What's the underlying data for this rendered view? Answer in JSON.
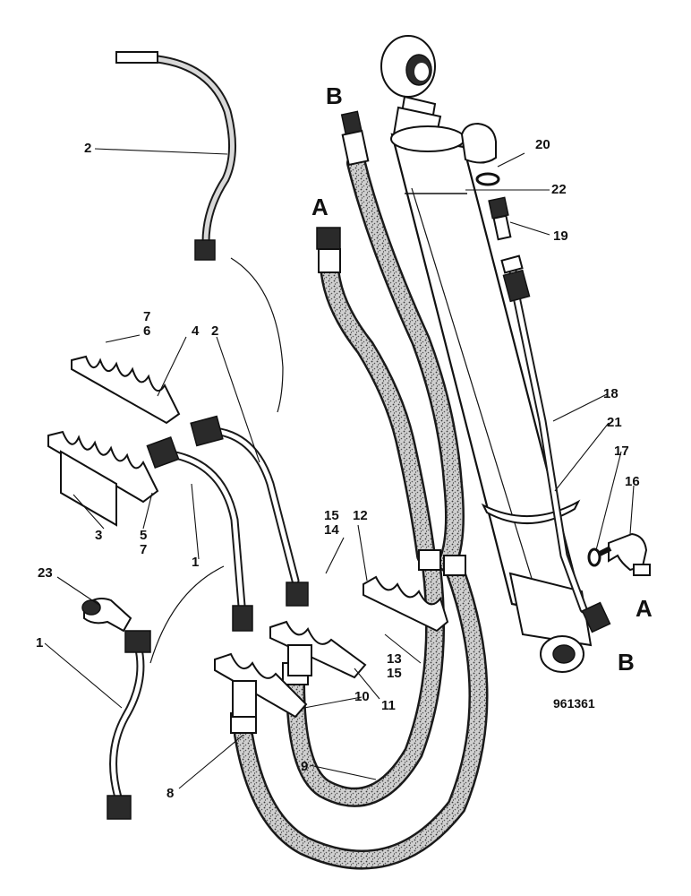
{
  "figure_ref": "961361",
  "connection_letters": {
    "a_top": "A",
    "b_top": "B",
    "a_right": "A",
    "b_right": "B"
  },
  "callouts": {
    "p1a": "1",
    "p1b": "1",
    "p2a": "2",
    "p2b": "2",
    "p3": "3",
    "p4": "4",
    "p5": "5",
    "p6": "6",
    "p7a": "7",
    "p7b": "7",
    "p8": "8",
    "p9": "9",
    "p10": "10",
    "p11": "11",
    "p12": "12",
    "p13": "13",
    "p14": "14",
    "p15a": "15",
    "p15b": "15",
    "p16": "16",
    "p17": "17",
    "p18": "18",
    "p19": "19",
    "p20": "20",
    "p21": "21",
    "p22": "22",
    "p23": "23"
  }
}
